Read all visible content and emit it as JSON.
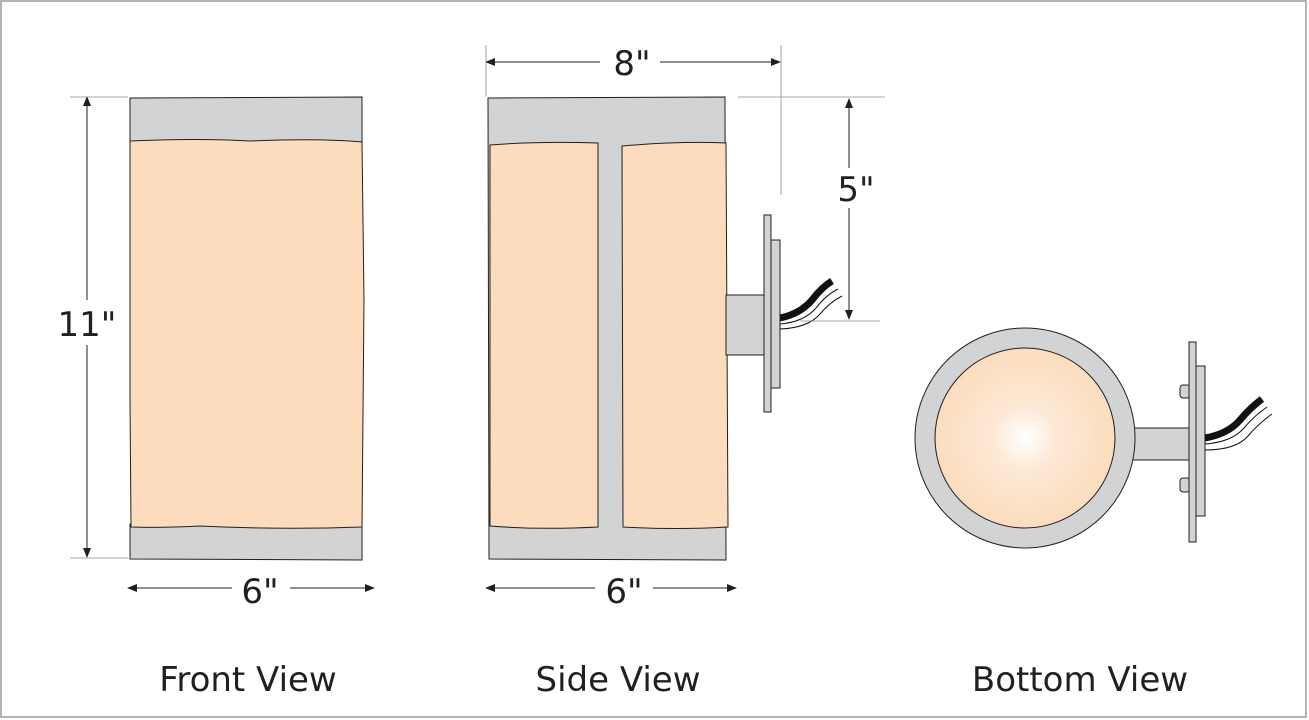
{
  "views": {
    "front": {
      "title": "Front View",
      "height_label": "11\"",
      "width_label": "6\""
    },
    "side": {
      "title": "Side View",
      "depth_label": "8\"",
      "mount_label": "5\"",
      "width_label": "6\""
    },
    "bottom": {
      "title": "Bottom View"
    }
  },
  "colors": {
    "metal": "#d1d3d4",
    "glass": "#fcdcbd",
    "line": "#231f20"
  }
}
